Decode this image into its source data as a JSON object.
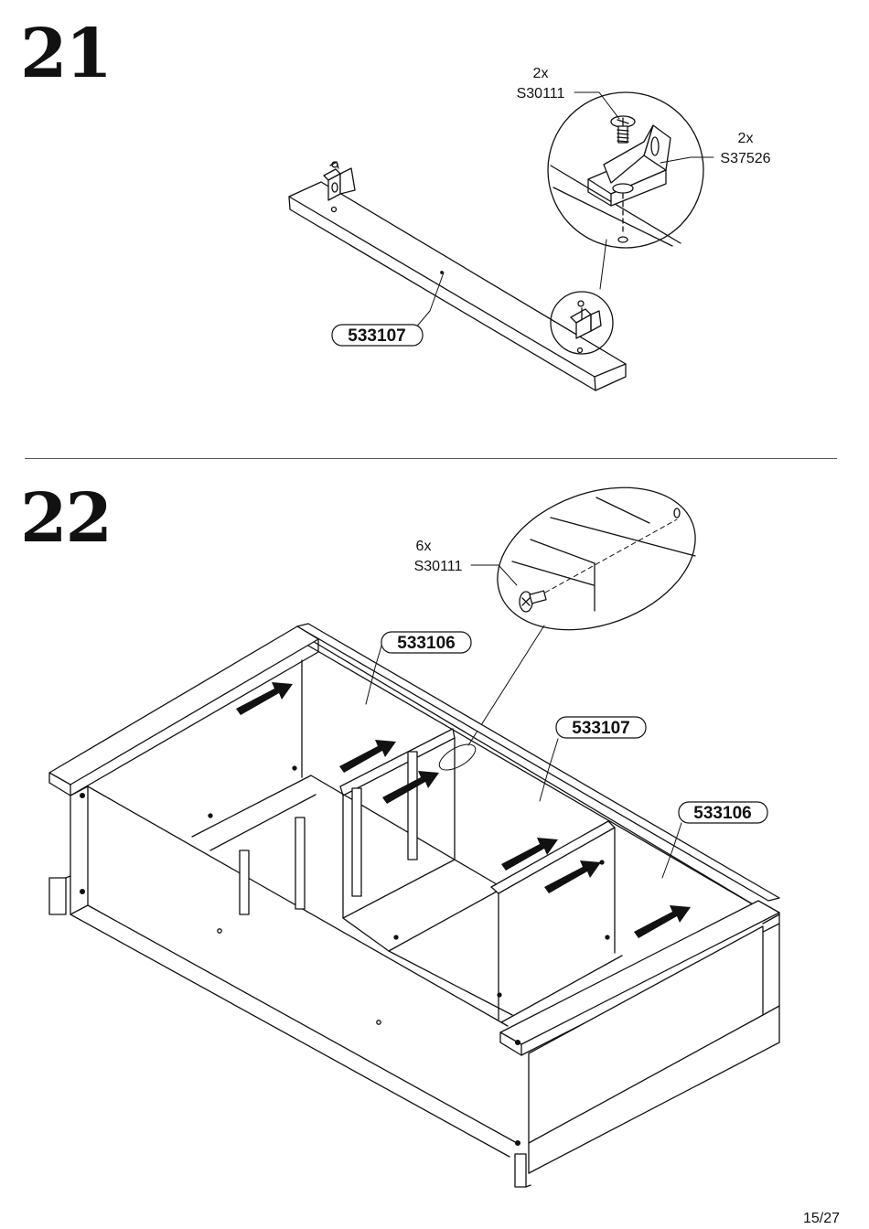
{
  "steps": [
    {
      "number": "21",
      "hardware": [
        {
          "qty": "2x",
          "code": "S30111",
          "icon": "screw-icon"
        },
        {
          "qty": "2x",
          "code": "S37526",
          "icon": "corner-bracket-icon"
        }
      ],
      "parts": [
        "533107"
      ]
    },
    {
      "number": "22",
      "hardware": [
        {
          "qty": "6x",
          "code": "S30111",
          "icon": "screw-icon"
        }
      ],
      "parts": [
        "533106",
        "533107",
        "533106"
      ]
    }
  ],
  "footer": {
    "page": "15/27"
  }
}
